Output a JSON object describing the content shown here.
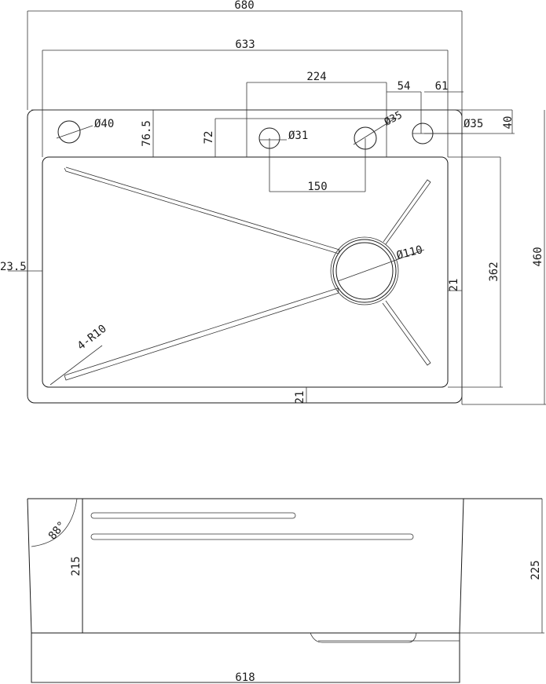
{
  "top_view": {
    "overall_width": "680",
    "inner_width": "633",
    "tap_zone_width": "224",
    "offset_54": "54",
    "offset_61": "61",
    "hole_40": "Ø40",
    "hole_31": "Ø31",
    "hole_35_center": "Ø35",
    "hole_35_right": "Ø35",
    "dim_76_5": "76.5",
    "dim_72": "72",
    "dim_40": "40",
    "hole_spacing": "150",
    "drain": "Ø110",
    "left_margin": "23.5",
    "right_margin": "21",
    "bowl_depth": "362",
    "overall_depth": "460",
    "bottom_margin": "21",
    "corner_radius": "4-R10"
  },
  "side_view": {
    "angle": "88°",
    "inner_height": "215",
    "overall_height": "225",
    "base_width": "618"
  }
}
